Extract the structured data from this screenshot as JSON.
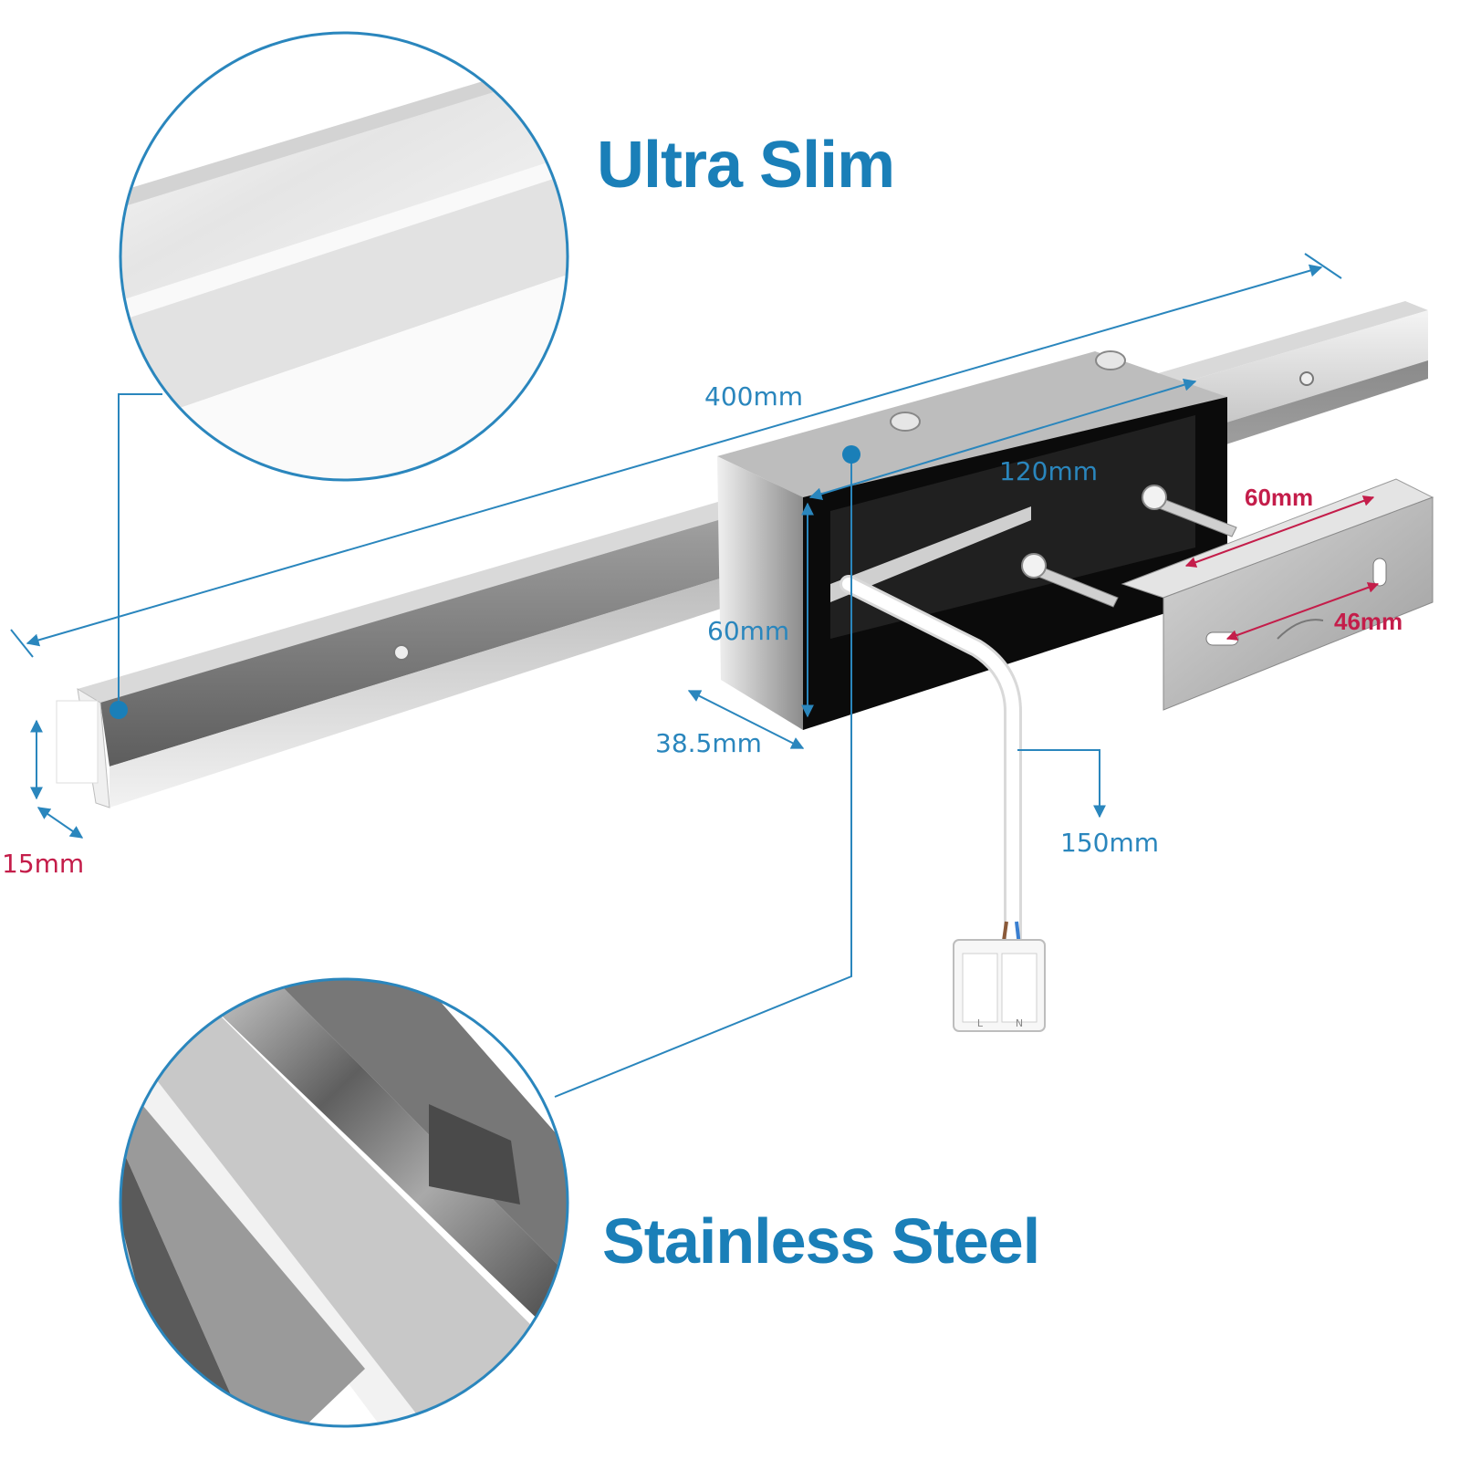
{
  "features": {
    "top_label": "Ultra Slim",
    "bottom_label": "Stainless Steel"
  },
  "dimensions": {
    "length": "400mm",
    "box_width": "120mm",
    "box_height": "60mm",
    "box_depth": "38.5mm",
    "bar_thickness": "15mm",
    "cable_length": "150mm",
    "bracket_length": "60mm",
    "bracket_hole_spacing": "46mm"
  },
  "connector": {
    "left_terminal": "L",
    "right_terminal": "N"
  },
  "colors": {
    "accent": "#1a7fb8",
    "callout_line": "#2a86bd",
    "highlight": "#c41d4a",
    "steel_light": "#e8e8e8",
    "steel_dark": "#6d6d6d",
    "box_interior": "#0b0b0b"
  }
}
